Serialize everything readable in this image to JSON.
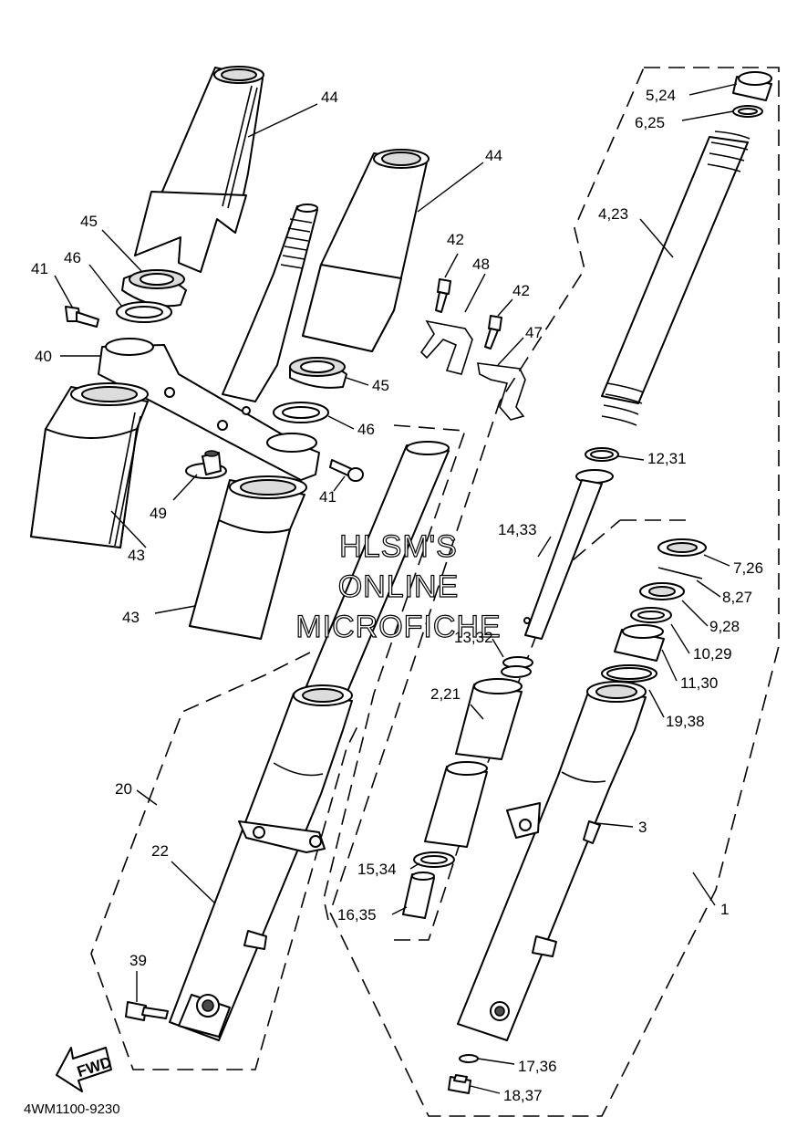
{
  "diagram": {
    "code": "4WM1100-9230",
    "fwd_label": "FWD",
    "watermark": [
      "HLSM'S",
      "ONLINE",
      "MICROFICHE"
    ],
    "labels": [
      {
        "id": "p44a",
        "text": "44"
      },
      {
        "id": "p44b",
        "text": "44"
      },
      {
        "id": "p45a",
        "text": "45"
      },
      {
        "id": "p46a",
        "text": "46"
      },
      {
        "id": "p41a",
        "text": "41"
      },
      {
        "id": "p40",
        "text": "40"
      },
      {
        "id": "p42a",
        "text": "42"
      },
      {
        "id": "p48",
        "text": "48"
      },
      {
        "id": "p42b",
        "text": "42"
      },
      {
        "id": "p47",
        "text": "47"
      },
      {
        "id": "p45b",
        "text": "45"
      },
      {
        "id": "p46b",
        "text": "46"
      },
      {
        "id": "p41b",
        "text": "41"
      },
      {
        "id": "p49",
        "text": "49"
      },
      {
        "id": "p43a",
        "text": "43"
      },
      {
        "id": "p43b",
        "text": "43"
      },
      {
        "id": "p524",
        "text": "5,24"
      },
      {
        "id": "p625",
        "text": "6,25"
      },
      {
        "id": "p423",
        "text": "4,23"
      },
      {
        "id": "p1231",
        "text": "12,31"
      },
      {
        "id": "p1433",
        "text": "14,33"
      },
      {
        "id": "p726",
        "text": "7,26"
      },
      {
        "id": "p827",
        "text": "8,27"
      },
      {
        "id": "p928",
        "text": "9,28"
      },
      {
        "id": "p1332",
        "text": "13,32"
      },
      {
        "id": "p1029",
        "text": "10,29"
      },
      {
        "id": "p1130",
        "text": "11,30"
      },
      {
        "id": "p221",
        "text": "2,21"
      },
      {
        "id": "p1938",
        "text": "19,38"
      },
      {
        "id": "p20",
        "text": "20"
      },
      {
        "id": "p3",
        "text": "3"
      },
      {
        "id": "p22",
        "text": "22"
      },
      {
        "id": "p1534",
        "text": "15,34"
      },
      {
        "id": "p1",
        "text": "1"
      },
      {
        "id": "p1635",
        "text": "16,35"
      },
      {
        "id": "p39",
        "text": "39"
      },
      {
        "id": "p1736",
        "text": "17,36"
      },
      {
        "id": "p1837",
        "text": "18,37"
      }
    ]
  }
}
